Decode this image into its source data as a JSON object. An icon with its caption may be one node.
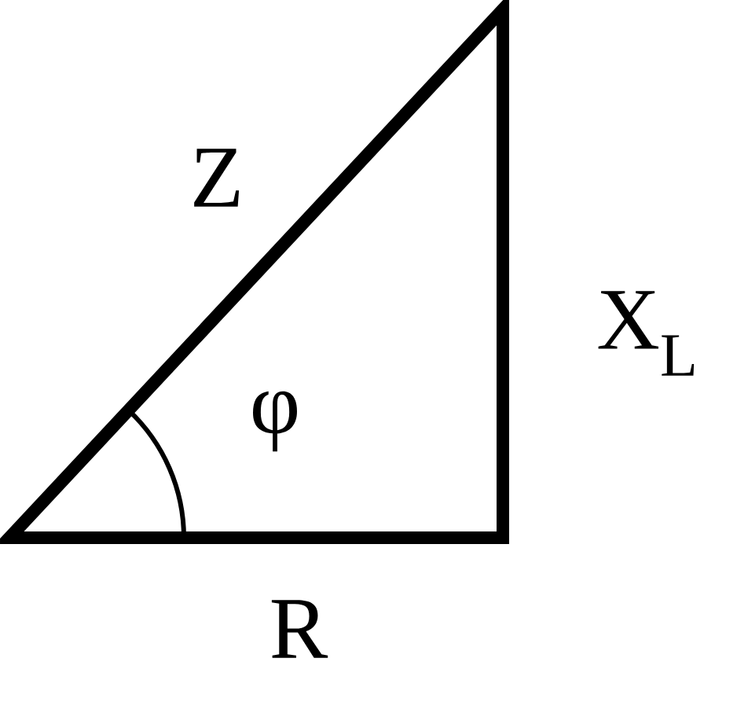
{
  "diagram": {
    "labels": [
      "Z",
      "X$_{L}$",
      "φ",
      "R"
    ]
  }
}
